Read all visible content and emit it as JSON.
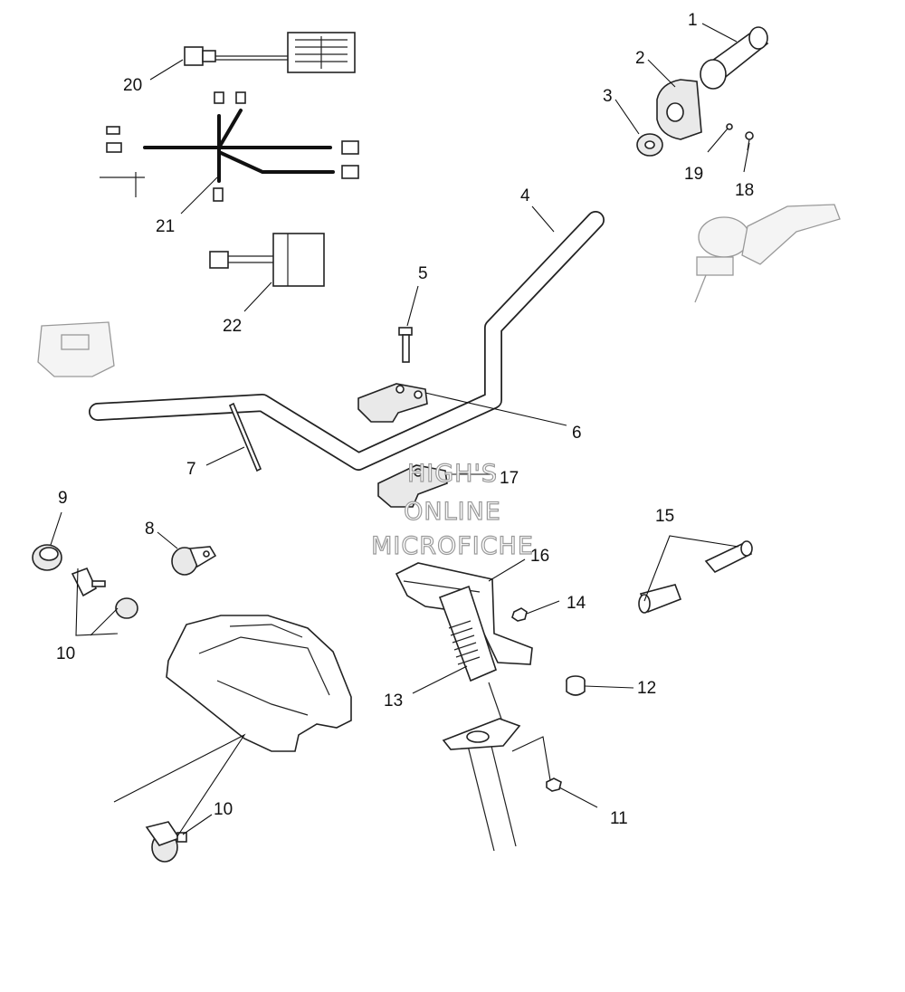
{
  "callouts": {
    "c1": "1",
    "c2": "2",
    "c3": "3",
    "c4": "4",
    "c5": "5",
    "c6": "6",
    "c7": "7",
    "c8": "8",
    "c9": "9",
    "c10a": "10",
    "c10b": "10",
    "c11": "11",
    "c12": "12",
    "c13": "13",
    "c14": "14",
    "c15": "15",
    "c16": "16",
    "c17": "17",
    "c18": "18",
    "c19": "19",
    "c20": "20",
    "c21": "21",
    "c22": "22"
  },
  "watermark": {
    "line1": "HIGH'S",
    "line2": "ONLINE",
    "line3": "MICROFICHE"
  },
  "colors": {
    "line": "#222222",
    "watermark": "#9a9a9a"
  }
}
